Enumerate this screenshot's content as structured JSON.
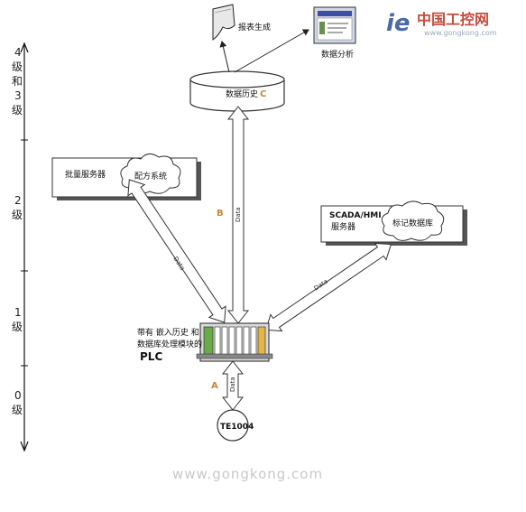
{
  "logo": {
    "mark": "ie",
    "cn": "中国工控网",
    "url": "www.gongkong.com"
  },
  "levels": {
    "l43": [
      "4",
      "级",
      "和",
      "3",
      "级"
    ],
    "l2": [
      "2",
      "级"
    ],
    "l1": [
      "1",
      "级"
    ],
    "l0": [
      "0",
      "级"
    ]
  },
  "nodes": {
    "report": "报表生成",
    "analysis": "数据分析",
    "historian": "数据历史",
    "historian_tag": "C",
    "batch_server": "批量服务器",
    "recipe": "配方系统",
    "scada_title": "SCADA/HMI",
    "scada_sub": "服务器",
    "tag_db": "标记数据库",
    "plc_desc": [
      "带有 嵌入历史 和",
      "数据库处理模块的"
    ],
    "plc": "PLC",
    "sensor": "TE1004"
  },
  "flows": {
    "label": "Data",
    "tag_a": "A",
    "tag_b": "B"
  },
  "watermark": "www.gongkong.com"
}
